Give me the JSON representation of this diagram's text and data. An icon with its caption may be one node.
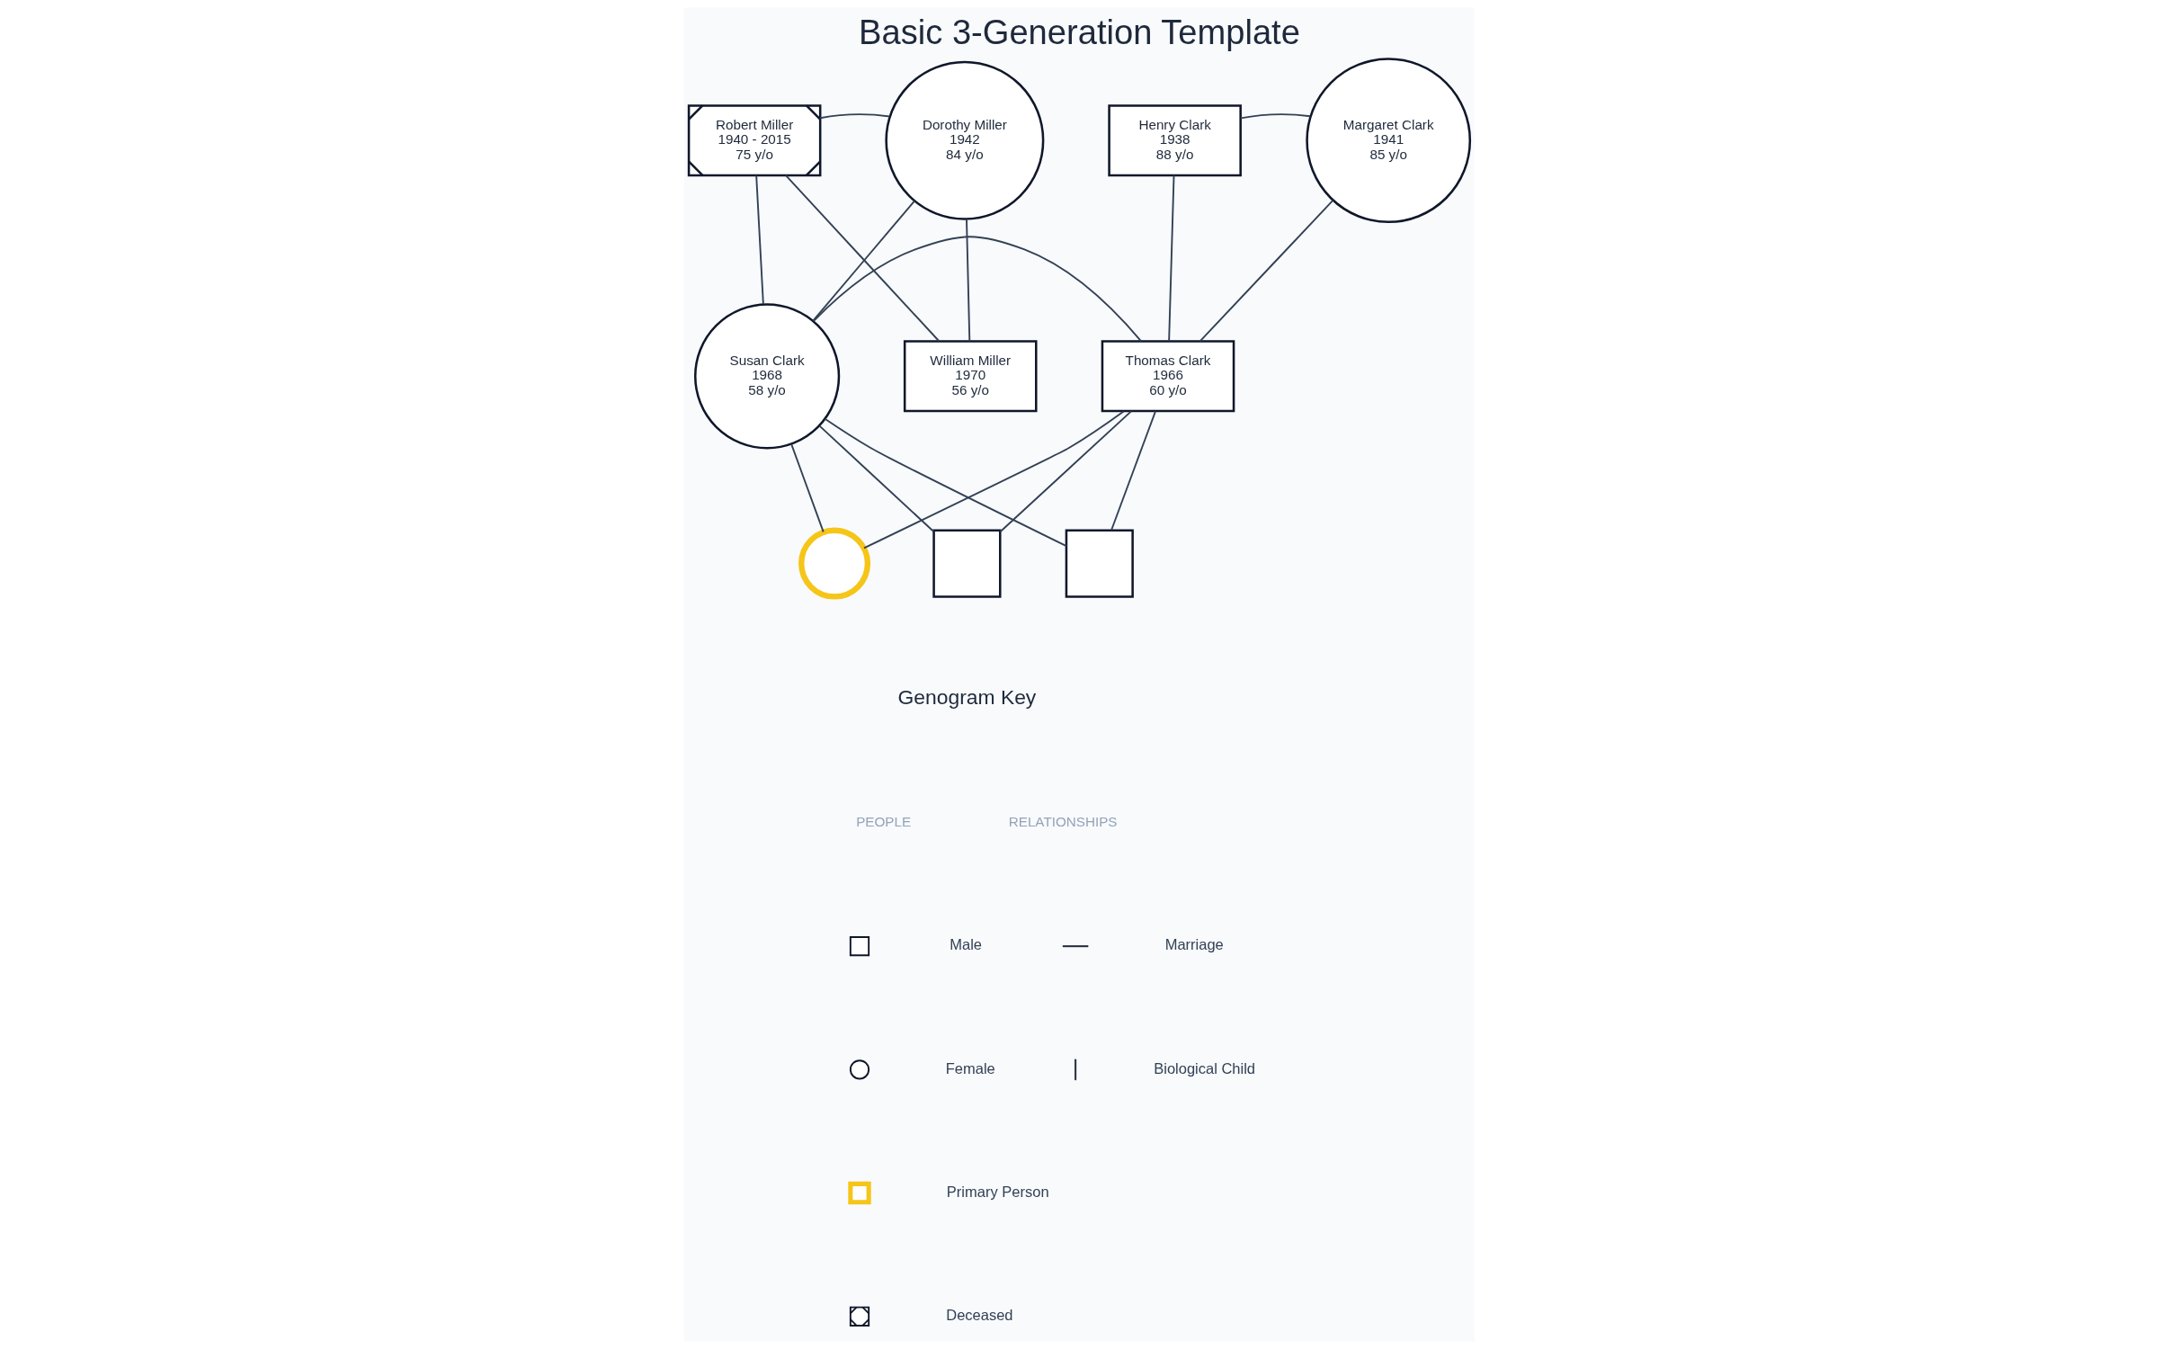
{
  "diagram": {
    "title": "Basic 3-Generation Template",
    "nodes": [
      {
        "text": [
          "Robert Miller",
          "1940 - 2015",
          "75 y/o"
        ]
      },
      {
        "text": [
          "Dorothy Miller",
          "1942",
          "84 y/o"
        ]
      },
      {
        "text": [
          "Henry Clark",
          "1938",
          "88 y/o"
        ]
      },
      {
        "text": [
          "Margaret Clark",
          "1941",
          "85 y/o"
        ]
      },
      {
        "text": [
          "William Miller",
          "1970",
          "56 y/o"
        ]
      },
      {
        "text": [
          "Susan Clark",
          "1968",
          "58 y/o"
        ]
      },
      {
        "text": [
          "Thomas Clark",
          "1966",
          "60 y/o"
        ]
      },
      {
        "text": [],
        "shape": "circle"
      },
      {
        "text": [],
        "shape": "box"
      },
      {
        "text": [],
        "shape": "box"
      }
    ],
    "edges": [
      {
        "from": 0,
        "to": 1,
        "arrow": "none"
      },
      {
        "from": 2,
        "to": 3,
        "arrow": "none"
      },
      {
        "from": 0,
        "to": 4,
        "arrow": "none"
      },
      {
        "from": 1,
        "to": 4,
        "arrow": "none"
      },
      {
        "from": 0,
        "to": 5,
        "arrow": "none"
      },
      {
        "from": 1,
        "to": 5,
        "arrow": "none"
      },
      {
        "from": 2,
        "to": 6,
        "arrow": "none"
      },
      {
        "from": 3,
        "to": 6,
        "arrow": "none"
      },
      {
        "from": 5,
        "to": 6,
        "arrow": "none"
      },
      {
        "from": 5,
        "to": 7,
        "arrow": "none"
      },
      {
        "from": 6,
        "to": 7,
        "arrow": "none"
      },
      {
        "from": 5,
        "to": 8,
        "arrow": "none"
      },
      {
        "from": 6,
        "to": 8,
        "arrow": "none"
      },
      {
        "from": 5,
        "to": 9,
        "arrow": "none"
      },
      {
        "from": 6,
        "to": 9,
        "arrow": "none"
      }
    ],
    "labels": [
      "Genogram Key",
      "PEOPLE",
      "RELATIONSHIPS"
    ],
    "legend": [
      {
        "text": "Male"
      },
      {
        "text": "Female"
      },
      {
        "text": "Primary Person"
      },
      {
        "text": "Deceased"
      },
      {
        "text": "Marriage"
      },
      {
        "text": "Biological Child"
      }
    ]
  }
}
